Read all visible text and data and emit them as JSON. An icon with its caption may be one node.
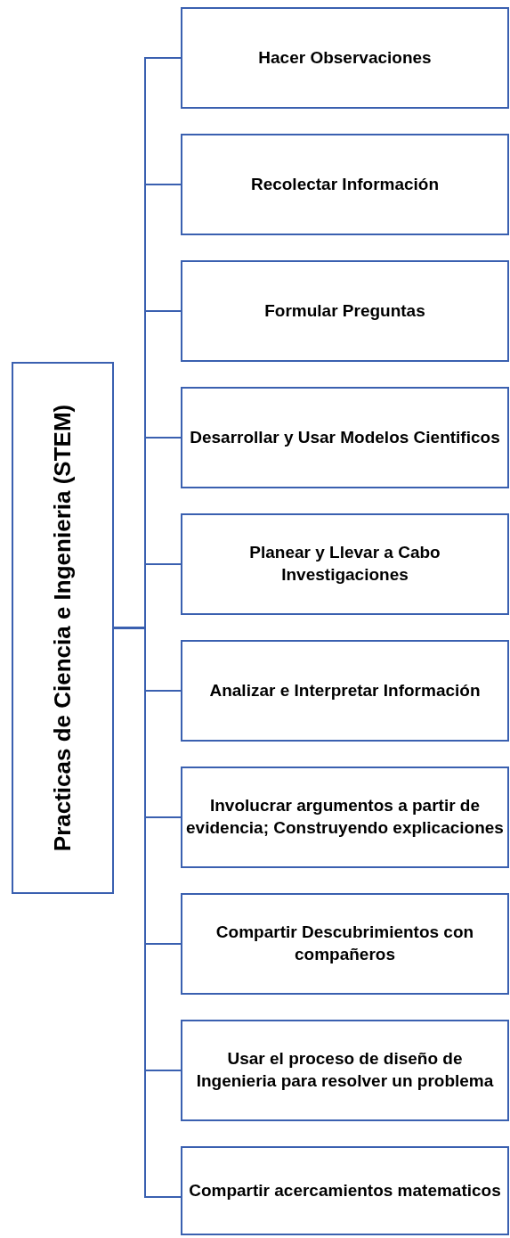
{
  "diagram": {
    "nodes": [
      {
        "text": [
          "Practicas de Ciencia e Ingenieria (STEM)"
        ]
      },
      {
        "text": [
          "Hacer Observaciones"
        ]
      },
      {
        "text": [
          "Recolectar Información"
        ]
      },
      {
        "text": [
          "Formular Preguntas"
        ]
      },
      {
        "text": [
          "Desarrollar y Usar Modelos Cientificos"
        ]
      },
      {
        "text": [
          "Planear y Llevar a Cabo Investigaciones"
        ]
      },
      {
        "text": [
          "Analizar e Interpretar Información"
        ]
      },
      {
        "text": [
          "Involucrar argumentos a partir de evidencia; Construyendo explicaciones"
        ]
      },
      {
        "text": [
          "Compartir Descubrimientos con compañeros"
        ]
      },
      {
        "text": [
          "Usar el proceso de diseño de Ingenieria para resolver un problema"
        ]
      },
      {
        "text": [
          "Compartir acercamientos matematicos"
        ]
      }
    ],
    "edges": [
      {
        "from": 0,
        "to": 1,
        "arrow": "none"
      },
      {
        "from": 0,
        "to": 2,
        "arrow": "none"
      },
      {
        "from": 0,
        "to": 3,
        "arrow": "none"
      },
      {
        "from": 0,
        "to": 4,
        "arrow": "none"
      },
      {
        "from": 0,
        "to": 5,
        "arrow": "none"
      },
      {
        "from": 0,
        "to": 6,
        "arrow": "none"
      },
      {
        "from": 0,
        "to": 7,
        "arrow": "none"
      },
      {
        "from": 0,
        "to": 8,
        "arrow": "none"
      },
      {
        "from": 0,
        "to": 9,
        "arrow": "none"
      },
      {
        "from": 0,
        "to": 10,
        "arrow": "none"
      }
    ]
  }
}
